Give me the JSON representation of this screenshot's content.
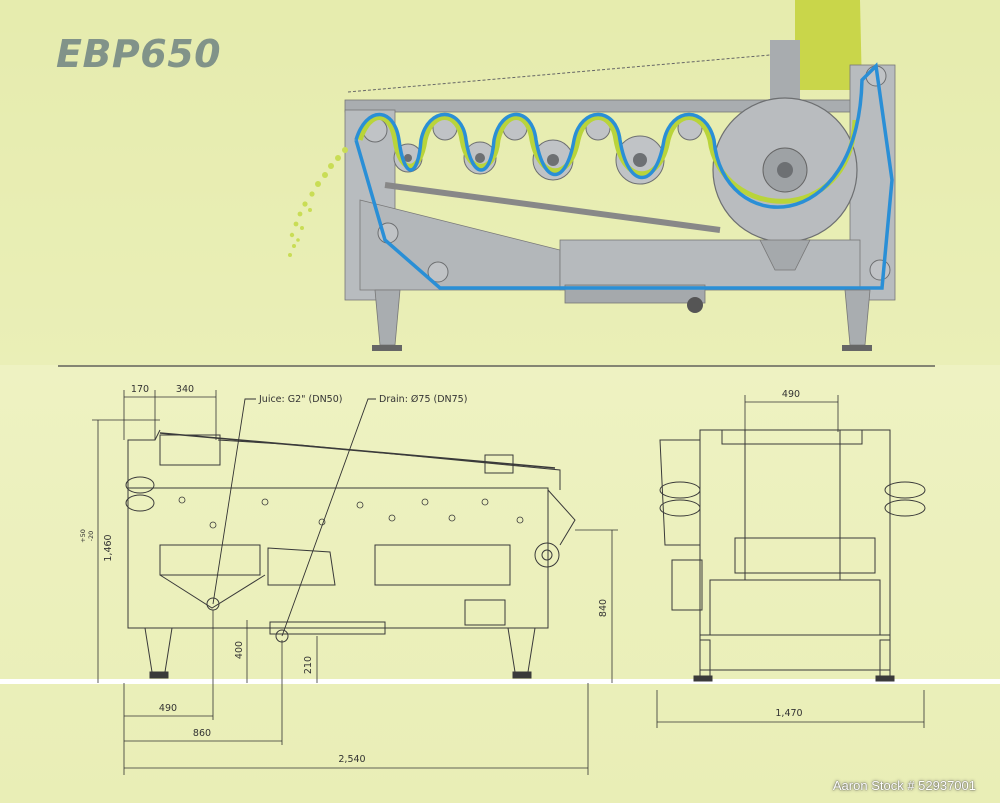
{
  "title": "EBP650",
  "callouts": {
    "juice": "Juice: G2\" (DN50)",
    "drain": "Drain: Ø75 (DN75)"
  },
  "dimensions": {
    "d170": "170",
    "d340": "340",
    "d490_side": "490",
    "d860": "860",
    "d2540": "2,540",
    "d400": "400",
    "d210": "210",
    "d840": "840",
    "d1460": "1,460",
    "d1460_tol_top": "+50",
    "d1460_tol_bottom": "-20",
    "d490_front": "490",
    "d1470": "1,470"
  },
  "watermark": "Aaron Stock # 52937001",
  "colors": {
    "title": "#1d3b66",
    "belt_blue": "#2a8fd6",
    "belt_green": "#b9d43a",
    "machine_gray": "#b8bcbf",
    "line_dark": "#3a3a3a"
  }
}
